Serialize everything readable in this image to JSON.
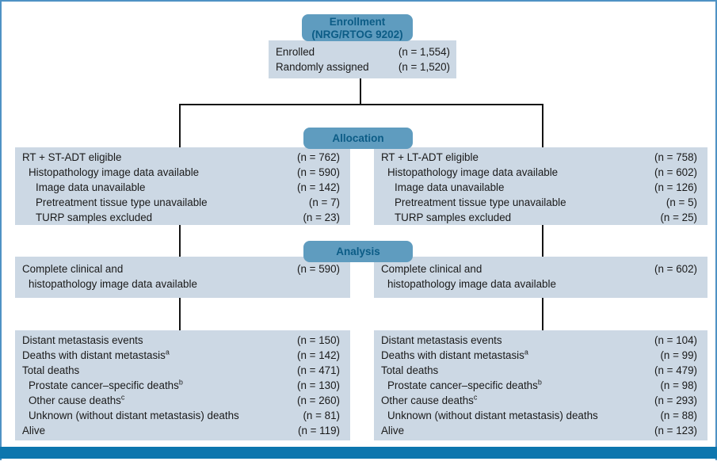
{
  "palette": {
    "box_fill": "#ccd8e4",
    "badge_fill": "#5f9cbf",
    "badge_text": "#0c5c86",
    "footer_bar": "#0d76ae",
    "frame_border": "#4e92c4",
    "connector": "#141414"
  },
  "badges": {
    "enrollment_line1": "Enrollment",
    "enrollment_line2": "(NRG/RTOG 9202)",
    "allocation": "Allocation",
    "analysis": "Analysis"
  },
  "boxes": {
    "enrollment": {
      "rows": [
        {
          "label": "Enrolled",
          "indent": 0,
          "n": "(n = 1,554)"
        },
        {
          "label": "Randomly assigned",
          "indent": 0,
          "n": "(n = 1,520)"
        }
      ]
    },
    "allocation_left": {
      "rows": [
        {
          "label": "RT + ST-ADT eligible",
          "indent": 0,
          "n": "(n = 762)"
        },
        {
          "label": "Histopathology image data available",
          "indent": 1,
          "n": "(n = 590)"
        },
        {
          "label": "Image data unavailable",
          "indent": 2,
          "n": "(n = 142)"
        },
        {
          "label": "Pretreatment tissue type unavailable",
          "indent": 2,
          "n": "(n = 7)"
        },
        {
          "label": "TURP samples excluded",
          "indent": 2,
          "n": "(n = 23)"
        }
      ]
    },
    "allocation_right": {
      "rows": [
        {
          "label": "RT + LT-ADT eligible",
          "indent": 0,
          "n": "(n = 758)"
        },
        {
          "label": "Histopathology image data available",
          "indent": 1,
          "n": "(n = 602)"
        },
        {
          "label": "Image data unavailable",
          "indent": 2,
          "n": "(n = 126)"
        },
        {
          "label": "Pretreatment tissue type unavailable",
          "indent": 2,
          "n": "(n = 5)"
        },
        {
          "label": "TURP samples excluded",
          "indent": 2,
          "n": "(n = 25)"
        }
      ]
    },
    "analysis_left": {
      "rows": [
        {
          "label": "Complete clinical and",
          "indent": 0,
          "n": "(n = 590)"
        },
        {
          "label": "histopathology image data available",
          "indent": 1,
          "n": ""
        }
      ]
    },
    "analysis_right": {
      "rows": [
        {
          "label": "Complete clinical and",
          "indent": 0,
          "n": "(n = 602)"
        },
        {
          "label": "histopathology image data available",
          "indent": 1,
          "n": ""
        }
      ]
    },
    "outcomes_left": {
      "rows": [
        {
          "label": "Distant metastasis events",
          "indent": 0,
          "n": "(n = 150)"
        },
        {
          "label": "Deaths with distant metastasis",
          "sup": "a",
          "indent": 0,
          "n": "(n = 142)"
        },
        {
          "label": "Total deaths",
          "indent": 0,
          "n": "(n = 471)"
        },
        {
          "label": "Prostate cancer–specific deaths",
          "sup": "b",
          "indent": 1,
          "n": "(n = 130)"
        },
        {
          "label": "Other cause deaths",
          "sup": "c",
          "indent": 1,
          "n": "(n = 260)"
        },
        {
          "label": "Unknown (without distant metastasis) deaths",
          "indent": 1,
          "n": "(n = 81)"
        },
        {
          "label": "Alive",
          "indent": 0,
          "n": "(n = 119)"
        }
      ]
    },
    "outcomes_right": {
      "rows": [
        {
          "label": "Distant metastasis events",
          "indent": 0,
          "n": "(n = 104)"
        },
        {
          "label": "Deaths with distant metastasis",
          "sup": "a",
          "indent": 0,
          "n": "(n = 99)"
        },
        {
          "label": "Total deaths",
          "indent": 0,
          "n": "(n = 479)"
        },
        {
          "label": "Prostate cancer–specific deaths",
          "sup": "b",
          "indent": 1,
          "n": "(n = 98)"
        },
        {
          "label": "Other cause deaths",
          "sup": "c",
          "indent": 0,
          "n": "(n = 293)"
        },
        {
          "label": "Unknown (without distant metastasis) deaths",
          "indent": 1,
          "n": "(n = 88)"
        },
        {
          "label": "Alive",
          "indent": 0,
          "n": "(n = 123)"
        }
      ]
    }
  }
}
